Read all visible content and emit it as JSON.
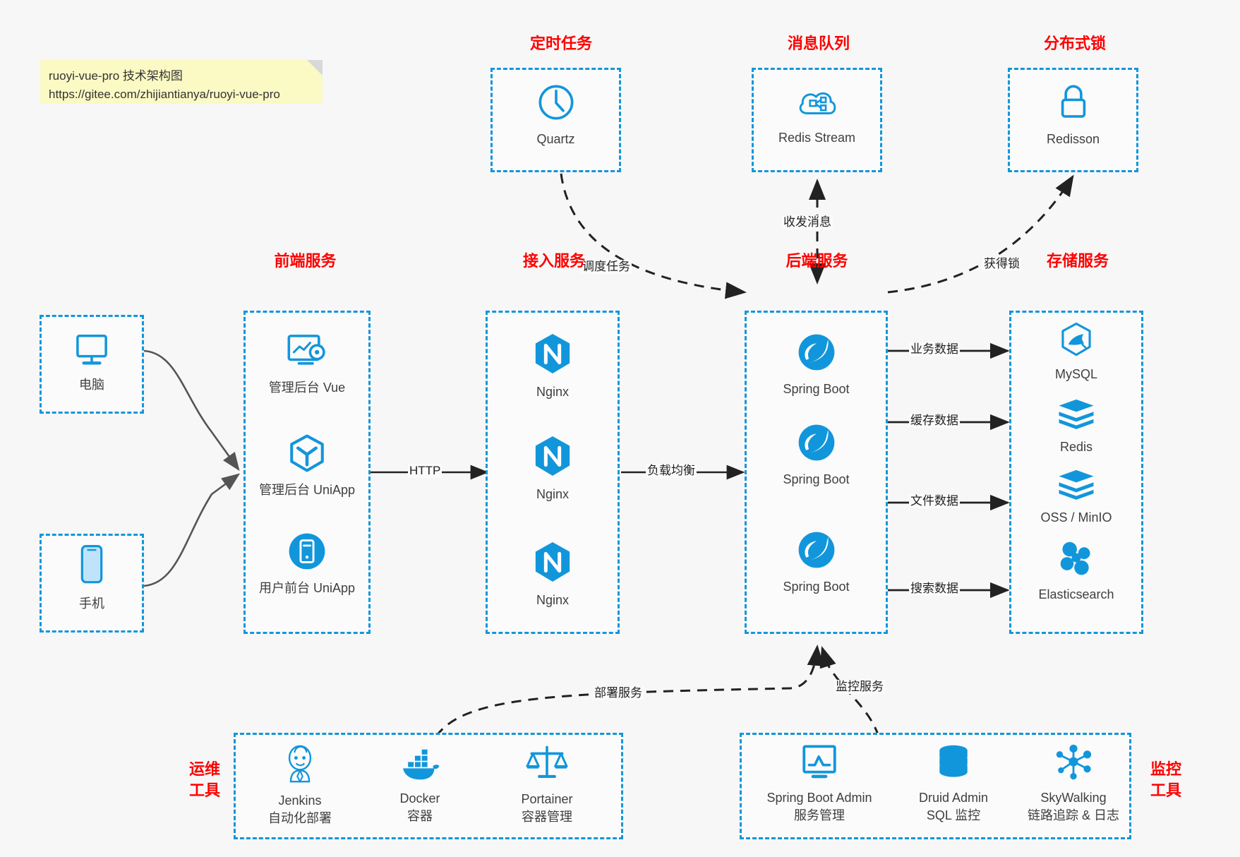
{
  "note": {
    "line1": "ruoyi-vue-pro 技术架构图",
    "line2": "https://gitee.com/zhijiantianya/ruoyi-vue-pro"
  },
  "colors": {
    "group_border": "#1296db",
    "group_title": "#ff0000",
    "icon_blue": "#1296db",
    "background": "#f7f7f7",
    "note_bg": "#fbf9c4",
    "arrow": "#333333"
  },
  "groups": {
    "scheduler": {
      "title": "定时任务",
      "items": [
        {
          "label": "Quartz",
          "icon": "clock-icon"
        }
      ]
    },
    "mq": {
      "title": "消息队列",
      "items": [
        {
          "label": "Redis Stream",
          "icon": "cloud-stream-icon"
        }
      ]
    },
    "lock": {
      "title": "分布式锁",
      "items": [
        {
          "label": "Redisson",
          "icon": "lock-icon"
        }
      ]
    },
    "clients": {
      "items": [
        {
          "label": "电脑",
          "icon": "desktop-icon"
        },
        {
          "label": "手机",
          "icon": "mobile-icon"
        }
      ]
    },
    "frontend": {
      "title": "前端服务",
      "items": [
        {
          "label": "管理后台 Vue",
          "icon": "dashboard-gear-icon"
        },
        {
          "label": "管理后台 UniApp",
          "icon": "cube-icon"
        },
        {
          "label": "用户前台 UniApp",
          "icon": "app-round-icon"
        }
      ]
    },
    "gateway": {
      "title": "接入服务",
      "items": [
        {
          "label": "Nginx",
          "icon": "nginx-icon"
        },
        {
          "label": "Nginx",
          "icon": "nginx-icon"
        },
        {
          "label": "Nginx",
          "icon": "nginx-icon"
        }
      ]
    },
    "backend": {
      "title": "后端服务",
      "items": [
        {
          "label": "Spring Boot",
          "icon": "spring-icon"
        },
        {
          "label": "Spring Boot",
          "icon": "spring-icon"
        },
        {
          "label": "Spring Boot",
          "icon": "spring-icon"
        }
      ]
    },
    "storage": {
      "title": "存储服务",
      "items": [
        {
          "label": "MySQL",
          "icon": "mysql-icon"
        },
        {
          "label": "Redis",
          "icon": "redis-icon"
        },
        {
          "label": "OSS / MinIO",
          "icon": "oss-icon"
        },
        {
          "label": "Elasticsearch",
          "icon": "elasticsearch-icon"
        }
      ]
    },
    "devops": {
      "title_line1": "运维",
      "title_line2": "工具",
      "items": [
        {
          "label": "Jenkins",
          "sub": "自动化部署",
          "icon": "jenkins-icon"
        },
        {
          "label": "Docker",
          "sub": "容器",
          "icon": "docker-icon"
        },
        {
          "label": "Portainer",
          "sub": "容器管理",
          "icon": "scales-icon"
        }
      ]
    },
    "monitor": {
      "title_line1": "监控",
      "title_line2": "工具",
      "items": [
        {
          "label": "Spring Boot Admin",
          "sub": "服务管理",
          "icon": "monitor-chart-icon"
        },
        {
          "label": "Druid Admin",
          "sub": "SQL 监控",
          "icon": "database-icon"
        },
        {
          "label": "SkyWalking",
          "sub": "链路追踪 & 日志",
          "icon": "network-nodes-icon"
        }
      ]
    }
  },
  "edges": [
    {
      "id": "http",
      "label": "HTTP"
    },
    {
      "id": "load-balance",
      "label": "负载均衡"
    },
    {
      "id": "schedule-task",
      "label": "调度任务"
    },
    {
      "id": "send-receive-message",
      "label": "收发消息"
    },
    {
      "id": "acquire-lock",
      "label": "获得锁"
    },
    {
      "id": "business-data",
      "label": "业务数据"
    },
    {
      "id": "cache-data",
      "label": "缓存数据"
    },
    {
      "id": "file-data",
      "label": "文件数据"
    },
    {
      "id": "search-data",
      "label": "搜索数据"
    },
    {
      "id": "deploy-service",
      "label": "部署服务"
    },
    {
      "id": "monitor-service",
      "label": "监控服务"
    }
  ]
}
